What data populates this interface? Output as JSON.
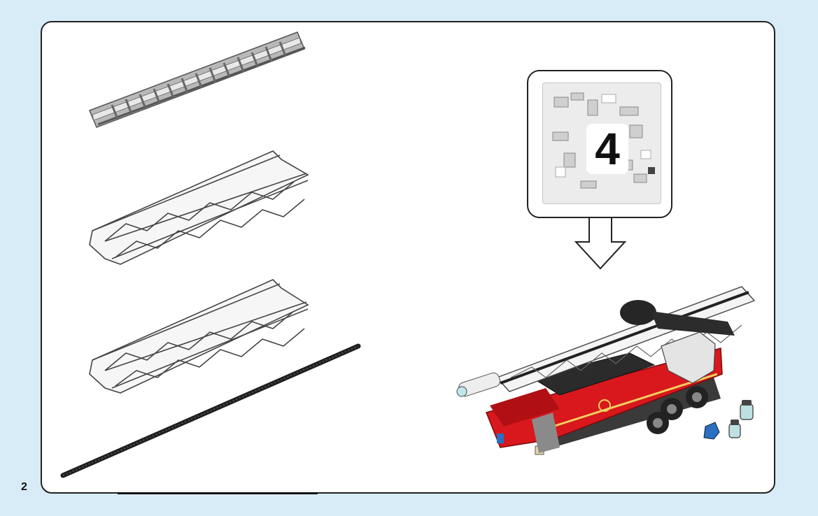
{
  "page": {
    "number": "2"
  },
  "bag": {
    "number": "4"
  },
  "colors": {
    "background": "#d8ecf8",
    "truck_red": "#d8181c",
    "ladder_white": "#f4f4f4",
    "ladder_gray": "#9a9a9a",
    "hose_black": "#222222",
    "accent_blue": "#2a6fc0"
  },
  "parts": [
    {
      "name": "gray-ladder",
      "count": 1
    },
    {
      "name": "white-ladder-section",
      "count": 2
    },
    {
      "name": "black-hose",
      "count": 1
    }
  ]
}
